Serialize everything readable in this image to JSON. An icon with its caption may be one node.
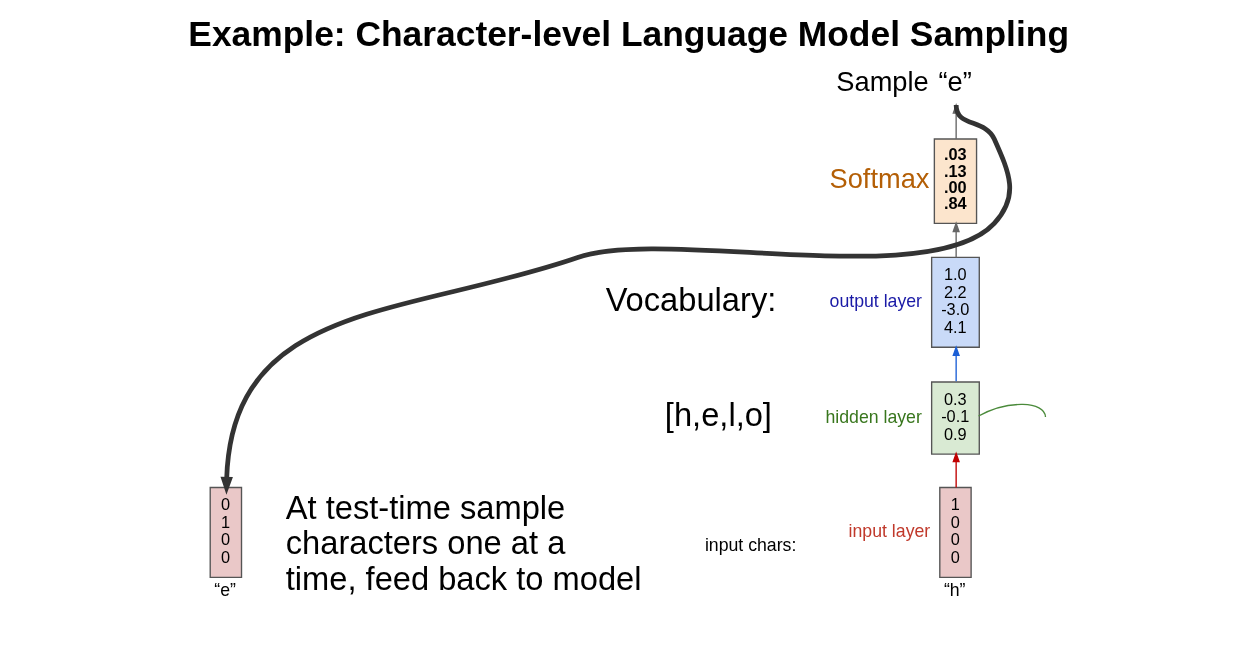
{
  "diagram": {
    "title": "Example: Character-level Language Model Sampling",
    "nodes": [
      {
        "text": [
          "1 0 0 0"
        ],
        "beside": [
          "input layer",
          "“h”"
        ]
      },
      {
        "text": [
          "0.3 -0.1 0.9"
        ],
        "beside": [
          "hidden layer"
        ]
      },
      {
        "text": [
          "1.0 2.2 -3.0 4.1"
        ],
        "beside": [
          "output layer"
        ]
      },
      {
        "text": [
          ".03 .13 .00 .84"
        ],
        "beside": [
          "Softmax"
        ]
      },
      {
        "text": [
          "“e”"
        ],
        "beside": [
          "Sample"
        ]
      },
      {
        "text": [
          "0 1 0 0"
        ],
        "beside": [
          "“e”"
        ]
      }
    ],
    "edges": [
      {
        "from": 0,
        "to": 1,
        "arrow": "to",
        "color": "#c00000"
      },
      {
        "from": 1,
        "to": 2,
        "arrow": "to",
        "color": "#1c5fd6"
      },
      {
        "from": 2,
        "to": 3,
        "arrow": "to"
      },
      {
        "from": 3,
        "to": 4,
        "arrow": "to"
      },
      {
        "from": 4,
        "to": 5,
        "arrow": "to",
        "color": "#333333",
        "style": "thick"
      },
      {
        "from": 1,
        "to": null,
        "arrow": "none",
        "color": "#4a8a3a"
      }
    ],
    "labels": [
      "Vocabulary:",
      "[h,e,l,o]",
      "At test-time sample characters one at a time, feed back to model",
      "input chars:"
    ]
  }
}
